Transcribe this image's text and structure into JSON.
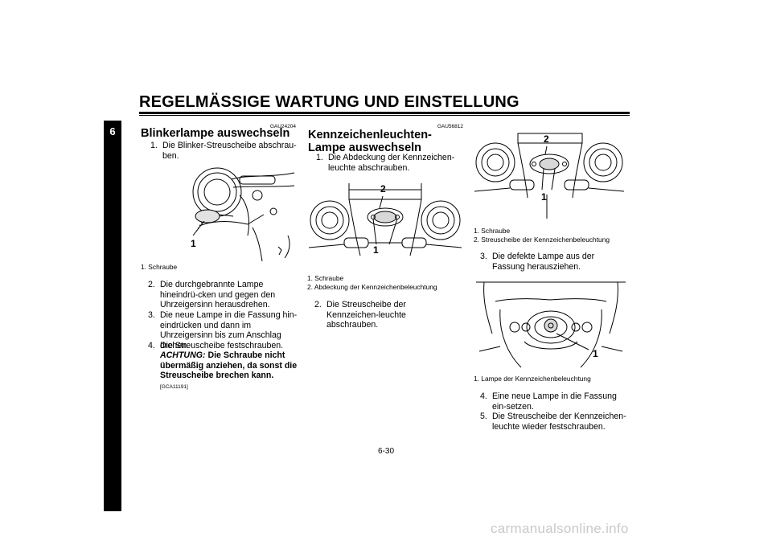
{
  "header": {
    "title": "REGELMÄSSIGE WARTUNG UND EINSTELLUNG"
  },
  "chapter_tab": "6",
  "page_number": "6-30",
  "watermark": "carmanualsonline.info",
  "col1": {
    "code": "GAU24204",
    "heading": "Blinkerlampe auswechseln",
    "step1": {
      "num": "1.",
      "text": "Die Blinker-Streuscheibe abschrau-ben."
    },
    "figure_callouts": [
      "1"
    ],
    "captions": [
      "1. Schraube"
    ],
    "step2": {
      "num": "2.",
      "text": "Die durchgebrannte Lampe hineindrü-cken und gegen den Uhrzeigersinn herausdrehen."
    },
    "step3": {
      "num": "3.",
      "text": "Die neue Lampe in die Fassung hin-eindrücken und dann im Uhrzeigersinn bis zum Anschlag drehen."
    },
    "step4": {
      "num": "4.",
      "text": "Die Streuscheibe festschrauben."
    },
    "warning": {
      "label": "ACHTUNG:",
      "text": "Die Schraube nicht übermäßig anziehen, da sonst die Streuscheibe brechen kann.",
      "code": "[GCA11191]"
    }
  },
  "col2": {
    "code": "GAU56812",
    "heading": "Kennzeichenleuchten-Lampe auswechseln",
    "step1": {
      "num": "1.",
      "text": "Die Abdeckung der Kennzeichen-leuchte abschrauben."
    },
    "figure_callouts": [
      "2",
      "1"
    ],
    "captions": [
      "1. Schraube",
      "2. Abdeckung der Kennzeichenbeleuchtung"
    ],
    "step2": {
      "num": "2.",
      "text": "Die Streuscheibe der Kennzeichen-leuchte abschrauben."
    }
  },
  "col3": {
    "figure1_callouts": [
      "2",
      "1"
    ],
    "captions1": [
      "1. Schraube",
      "2. Streuscheibe der Kennzeichenbeleuchtung"
    ],
    "step3": {
      "num": "3.",
      "text": "Die defekte Lampe aus der Fassung herausziehen."
    },
    "figure2_callouts": [
      "1"
    ],
    "captions2": [
      "1. Lampe der Kennzeichenbeleuchtung"
    ],
    "step4": {
      "num": "4.",
      "text": "Eine neue Lampe in die Fassung ein-setzen."
    },
    "step5": {
      "num": "5.",
      "text": "Die Streuscheibe der Kennzeichen-leuchte wieder festschrauben."
    }
  }
}
